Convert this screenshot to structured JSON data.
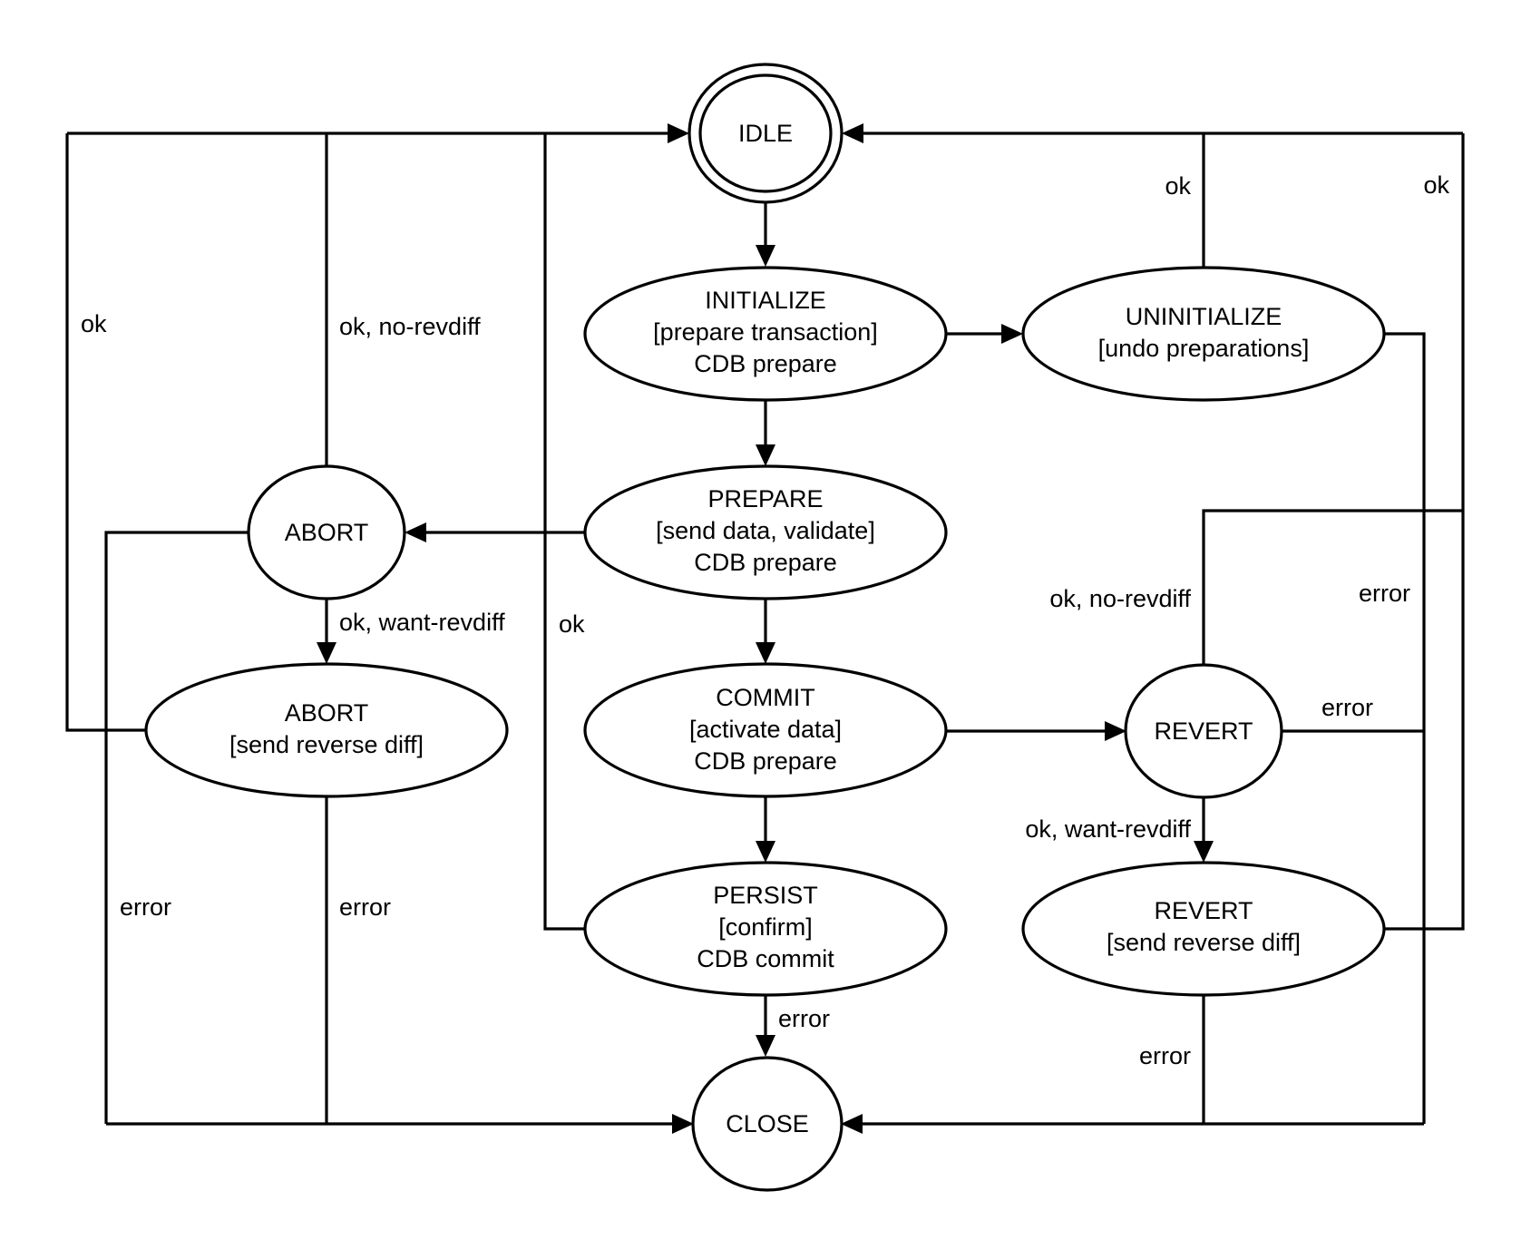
{
  "diagram": {
    "type": "state-machine",
    "colors": {
      "stroke": "#000000",
      "fill": "#ffffff",
      "background": "#ffffff"
    },
    "nodes": [
      {
        "id": "idle",
        "lines": [
          "IDLE"
        ],
        "shape": "double-ellipse",
        "role": "start"
      },
      {
        "id": "initialize",
        "lines": [
          "INITIALIZE",
          "[prepare transaction]",
          "CDB prepare"
        ],
        "shape": "ellipse"
      },
      {
        "id": "uninitialize",
        "lines": [
          "UNINITIALIZE",
          "[undo preparations]"
        ],
        "shape": "ellipse"
      },
      {
        "id": "abort",
        "lines": [
          "ABORT"
        ],
        "shape": "circle"
      },
      {
        "id": "prepare",
        "lines": [
          "PREPARE",
          "[send data, validate]",
          "CDB prepare"
        ],
        "shape": "ellipse"
      },
      {
        "id": "abort_reverse",
        "lines": [
          "ABORT",
          "[send reverse diff]"
        ],
        "shape": "ellipse"
      },
      {
        "id": "commit",
        "lines": [
          "COMMIT",
          "[activate data]",
          "CDB prepare"
        ],
        "shape": "ellipse"
      },
      {
        "id": "revert",
        "lines": [
          "REVERT"
        ],
        "shape": "circle"
      },
      {
        "id": "persist",
        "lines": [
          "PERSIST",
          "[confirm]",
          "CDB commit"
        ],
        "shape": "ellipse"
      },
      {
        "id": "revert_reverse",
        "lines": [
          "REVERT",
          "[send reverse diff]"
        ],
        "shape": "ellipse"
      },
      {
        "id": "close",
        "lines": [
          "CLOSE"
        ],
        "shape": "circle",
        "role": "end"
      }
    ],
    "edges": [
      {
        "from": "idle",
        "to": "initialize",
        "label": ""
      },
      {
        "from": "initialize",
        "to": "prepare",
        "label": ""
      },
      {
        "from": "initialize",
        "to": "uninitialize",
        "label": ""
      },
      {
        "from": "uninitialize",
        "to": "idle",
        "label": "ok"
      },
      {
        "from": "uninitialize",
        "to": "close",
        "label": "error"
      },
      {
        "from": "prepare",
        "to": "commit",
        "label": ""
      },
      {
        "from": "prepare",
        "to": "abort",
        "label": ""
      },
      {
        "from": "abort",
        "to": "idle",
        "label": "ok, no-revdiff"
      },
      {
        "from": "abort",
        "to": "abort_reverse",
        "label": "ok, want-revdiff"
      },
      {
        "from": "abort",
        "to": "close",
        "label": "error"
      },
      {
        "from": "abort_reverse",
        "to": "idle",
        "label": "ok"
      },
      {
        "from": "abort_reverse",
        "to": "close",
        "label": "error"
      },
      {
        "from": "commit",
        "to": "persist",
        "label": ""
      },
      {
        "from": "commit",
        "to": "revert",
        "label": ""
      },
      {
        "from": "persist",
        "to": "idle",
        "label": "ok"
      },
      {
        "from": "persist",
        "to": "close",
        "label": "error"
      },
      {
        "from": "revert",
        "to": "idle",
        "label": "ok, no-revdiff"
      },
      {
        "from": "revert",
        "to": "revert_reverse",
        "label": "ok, want-revdiff"
      },
      {
        "from": "revert",
        "to": "close",
        "label": "error"
      },
      {
        "from": "revert_reverse",
        "to": "idle",
        "label": "ok"
      },
      {
        "from": "revert_reverse",
        "to": "close",
        "label": "error"
      }
    ],
    "labels": {
      "abort_reverse_ok": "ok",
      "abort_ok_norevdiff": "ok, no-revdiff",
      "abort_ok_wantrevdiff": "ok, want-revdiff",
      "persist_ok": "ok",
      "abort_error": "error",
      "abort_reverse_error": "error",
      "persist_error": "error",
      "uninit_ok": "ok",
      "revert_reverse_ok": "ok",
      "revert_ok_norevdiff": "ok, no-revdiff",
      "uninit_error": "error",
      "revert_error": "error",
      "revert_ok_wantrevdiff": "ok, want-revdiff",
      "revert_reverse_error": "error"
    }
  }
}
